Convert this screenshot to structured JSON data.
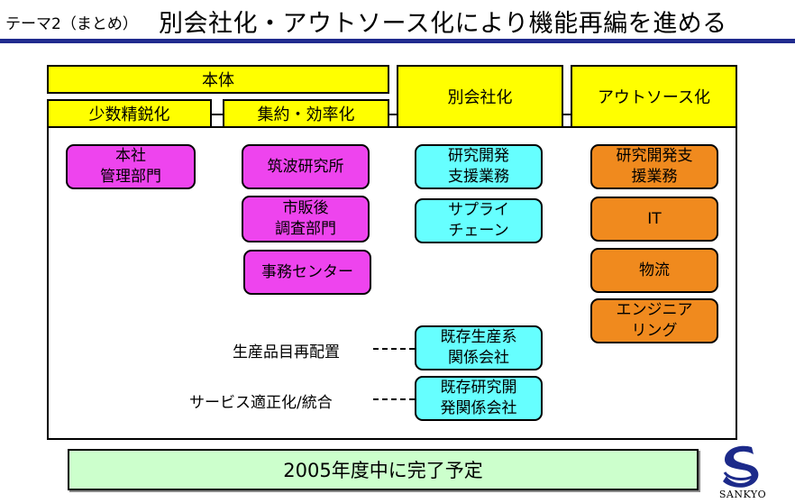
{
  "header": {
    "theme": "テーマ2（まとめ）",
    "title": "別会社化・アウトソース化により機能再編を進める"
  },
  "categories": {
    "honntai": "本体",
    "shosu": "少数精鋭化",
    "shuyaku": "集約・効率化",
    "bekkaisha": "別会社化",
    "outsource": "アウトソース化"
  },
  "boxes": {
    "honsha": "本社\n管理部門",
    "tsukuba": "筑波研究所",
    "ichihan": "市販後\n調査部門",
    "jimu": "事務センター",
    "kenkyu_shien": "研究開発\n支援業務",
    "supply": "サプライ\nチェーン",
    "kizon_seisan": "既存生産系\n関係会社",
    "kizon_kenkyu": "既存研究開\n発関係会社",
    "out_kenkyu": "研究開発支\n援業務",
    "it": "IT",
    "butsuryu": "物流",
    "engineering": "エンジニア\nリング"
  },
  "labels": {
    "seisan": "生産品目再配置",
    "service": "サービス適正化/統合"
  },
  "footer": "2005年度中に完了予定",
  "logo": {
    "text": "SANKYO",
    "color": "#1c2a8a"
  },
  "colors": {
    "yellow": "#ffff00",
    "magenta": "#ee44ee",
    "cyan": "#66ffff",
    "orange": "#f08a1e",
    "green": "#ccffcc",
    "rule": "#202b8e"
  }
}
